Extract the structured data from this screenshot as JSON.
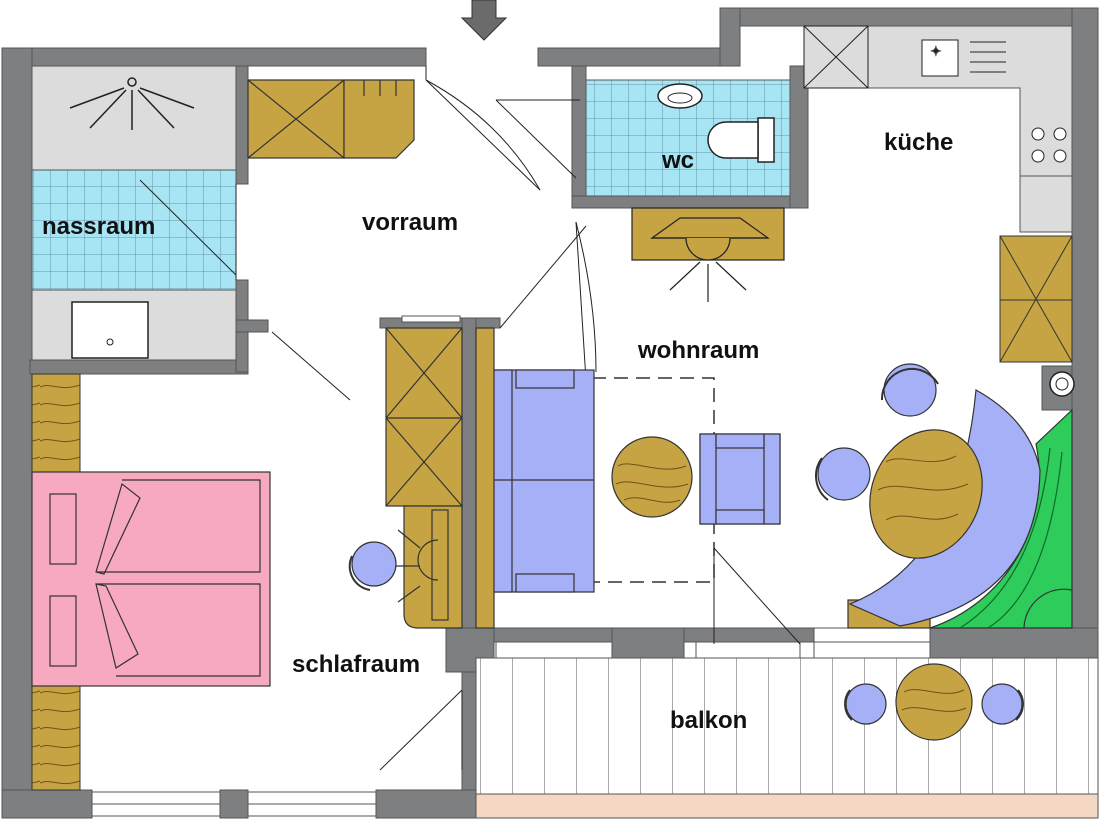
{
  "rooms": {
    "vorraum": "vorraum",
    "nassraum": "nassraum",
    "wc": "wc",
    "kueche": "küche",
    "wohnraum": "wohnraum",
    "schlafraum": "schlafraum",
    "balkon": "balkon"
  },
  "colors": {
    "wall": "#7d7f81",
    "wood": "#c6a444",
    "tile": "#a7e4f4",
    "furniture": "#a6b0f6",
    "bed": "#f7a9c0",
    "appliance": "#dcdcdc",
    "bench": "#2ecc5a",
    "balcony_floor": "#f5d8c4"
  },
  "icons": {
    "entrance": "down-arrow-icon",
    "shower": "shower-icon",
    "toilet": "toilet-icon",
    "stove": "stove-icon",
    "sink": "sink-icon",
    "chimney": "chimney-icon"
  }
}
